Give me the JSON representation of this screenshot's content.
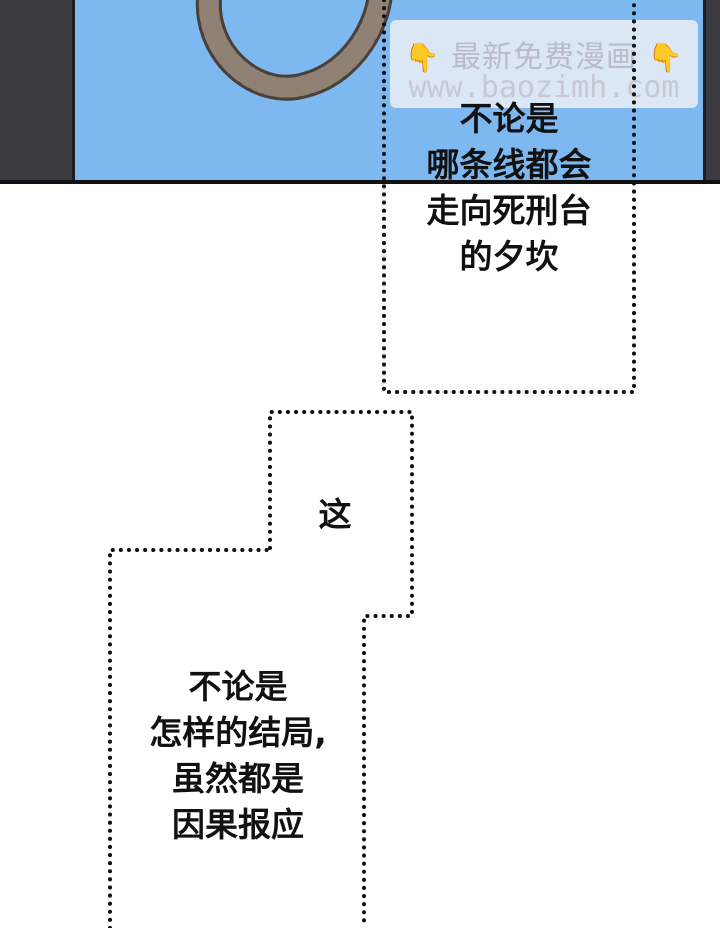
{
  "watermark": {
    "line1": "最新免费漫画",
    "line2": "www.baozimh.com",
    "emoji": "👇"
  },
  "bubble1": {
    "lines": [
      "不论是",
      "哪条线都会",
      "走向死刑台",
      "的夕坎"
    ]
  },
  "bubble2": {
    "lines": [
      "这"
    ]
  },
  "bubble3": {
    "lines": [
      "不论是",
      "怎样的结局,",
      "虽然都是",
      "因果报应"
    ]
  }
}
